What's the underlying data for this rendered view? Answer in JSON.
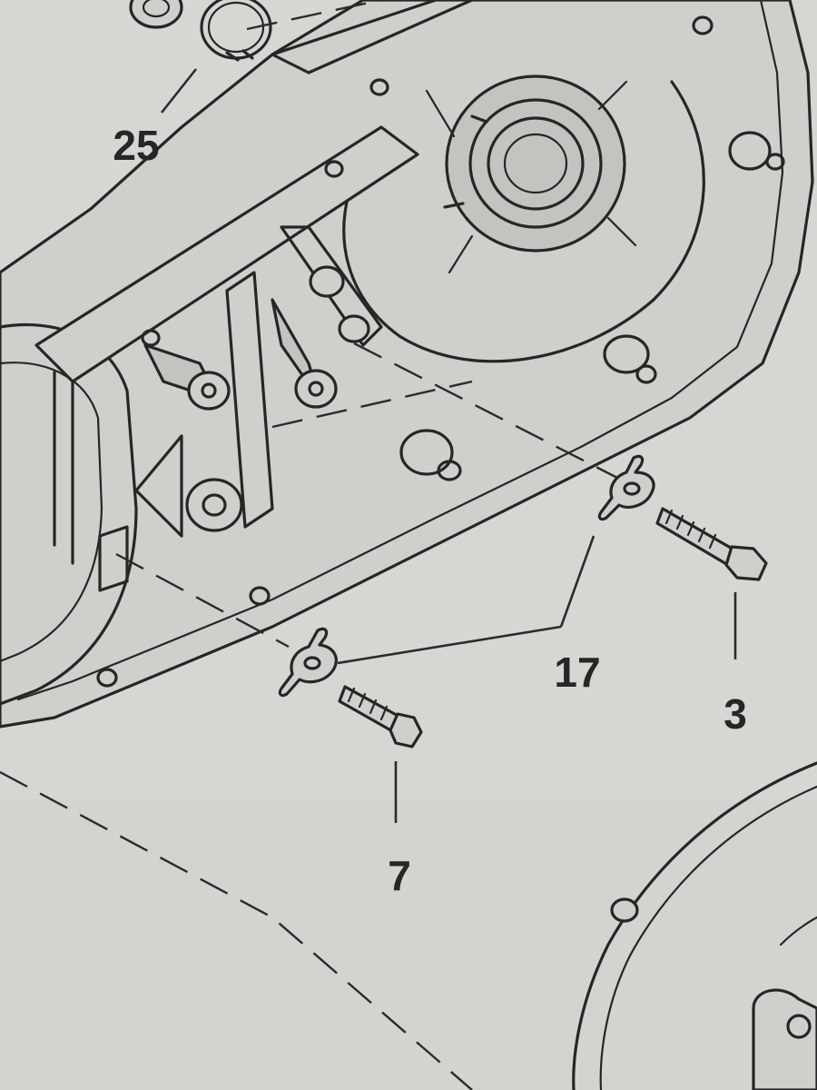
{
  "diagram": {
    "callouts": [
      {
        "id": "c25",
        "label": "25"
      },
      {
        "id": "c17",
        "label": "17"
      },
      {
        "id": "c3",
        "label": "3"
      },
      {
        "id": "c7",
        "label": "7"
      }
    ]
  }
}
